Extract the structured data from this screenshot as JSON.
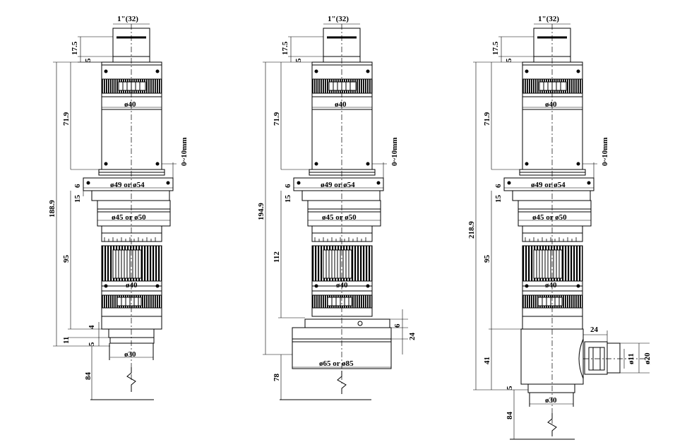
{
  "drawings": [
    {
      "top": "1\"(32)",
      "d_top1": "17.5",
      "d_top2": "5",
      "d_upper": "71.9",
      "d_travel": "0~10mm",
      "d_total": "188.9",
      "d_ring": "6",
      "d_ring2": "15",
      "d_mid": "95",
      "d_low1": "11",
      "d_low2": "4",
      "d_low3": "5",
      "d_work": "84",
      "dia_body": "ø40",
      "dia_ring": "ø49 or ø54",
      "dia_mid": "ø45 or ø50",
      "dia_low": "ø40",
      "dia_base": "ø30"
    },
    {
      "top": "1\"(32)",
      "d_top1": "17.5",
      "d_top2": "5",
      "d_upper": "71.9",
      "d_travel": "0~10mm",
      "d_total": "194.9",
      "d_ring": "6",
      "d_ring2": "15",
      "d_mid": "112",
      "d_side1": "6",
      "d_side2": "24",
      "d_work": "78",
      "dia_body": "ø40",
      "dia_ring": "ø49 or ø54",
      "dia_mid": "ø45 or ø50",
      "dia_low": "ø40",
      "dia_base": "ø65 or ø85"
    },
    {
      "top": "1\"(32)",
      "d_top1": "17.5",
      "d_top2": "5",
      "d_upper": "71.9",
      "d_travel": "0~10mm",
      "d_total": "218.9",
      "d_ring": "6",
      "d_ring2": "15",
      "d_mid": "95",
      "d_cube": "41",
      "d_cube_low": "5",
      "d_side": "24",
      "d_side_dia1": "ø11",
      "d_side_dia2": "ø20",
      "d_work": "84",
      "dia_body": "ø40",
      "dia_ring": "ø49 or ø54",
      "dia_mid": "ø45 or ø50",
      "dia_low": "ø40",
      "dia_base": "ø30"
    }
  ]
}
